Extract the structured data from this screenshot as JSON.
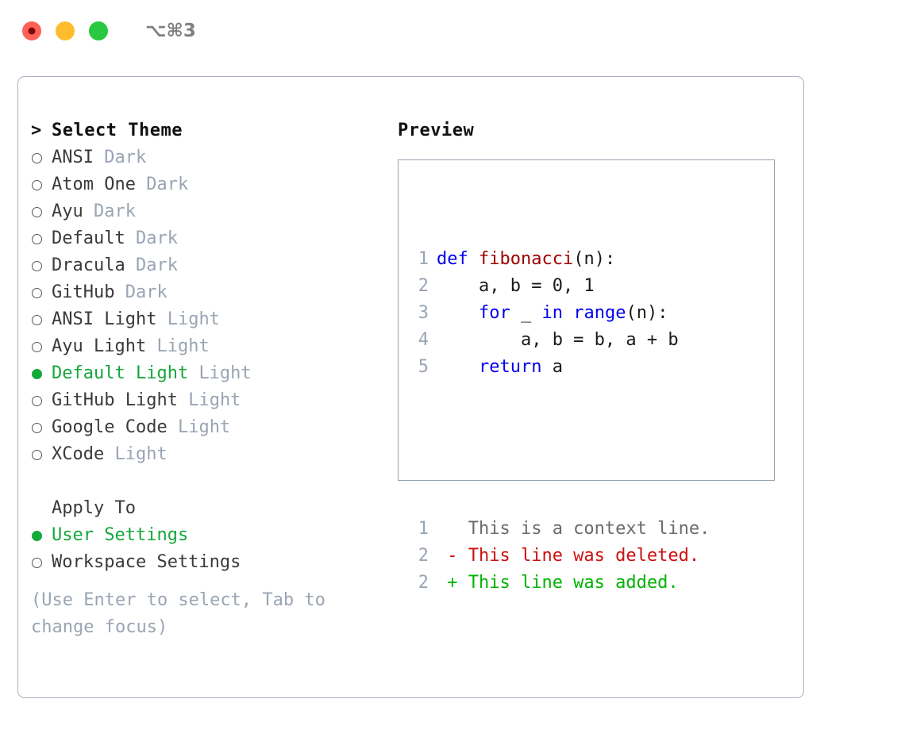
{
  "titlebar": {
    "shortcut": "⌥⌘3",
    "buttons": [
      {
        "name": "close",
        "color": "#ff6058"
      },
      {
        "name": "minimize",
        "color": "#ffbd2e"
      },
      {
        "name": "maximize",
        "color": "#28c840"
      }
    ]
  },
  "colors": {
    "accent_green": "#14a83a",
    "muted": "#9aa5b4",
    "panel_border": "#a8b2c1",
    "preview_border": "#93a1b0",
    "keyword_blue": "#0000ee",
    "function_red": "#a00000",
    "diff_delete": "#cc1111",
    "diff_add": "#00b300"
  },
  "theme_list": {
    "header_marker": ">",
    "header_label": "Select Theme",
    "items": [
      {
        "marker": "open",
        "label": "ANSI",
        "kind": "Dark",
        "selected": false
      },
      {
        "marker": "open",
        "label": "Atom One",
        "kind": "Dark",
        "selected": false
      },
      {
        "marker": "open",
        "label": "Ayu",
        "kind": "Dark",
        "selected": false
      },
      {
        "marker": "open",
        "label": "Default",
        "kind": "Dark",
        "selected": false
      },
      {
        "marker": "open",
        "label": "Dracula",
        "kind": "Dark",
        "selected": false
      },
      {
        "marker": "open",
        "label": "GitHub",
        "kind": "Dark",
        "selected": false
      },
      {
        "marker": "open",
        "label": "ANSI Light",
        "kind": "Light",
        "selected": false
      },
      {
        "marker": "open",
        "label": "Ayu Light",
        "kind": "Light",
        "selected": false
      },
      {
        "marker": "filled",
        "label": "Default Light",
        "kind": "Light",
        "selected": true
      },
      {
        "marker": "open",
        "label": "GitHub Light",
        "kind": "Light",
        "selected": false
      },
      {
        "marker": "open",
        "label": "Google Code",
        "kind": "Light",
        "selected": false
      },
      {
        "marker": "open",
        "label": "XCode",
        "kind": "Light",
        "selected": false
      }
    ]
  },
  "apply_to": {
    "header_label": "Apply To",
    "items": [
      {
        "marker": "filled",
        "label": "User Settings",
        "selected": true
      },
      {
        "marker": "open",
        "label": "Workspace Settings",
        "selected": false
      }
    ]
  },
  "help_text": "(Use Enter to select, Tab to change focus)",
  "preview": {
    "title": "Preview",
    "code_lines": [
      {
        "num": "1",
        "tokens": [
          {
            "t": "def",
            "c": "kw"
          },
          {
            "t": " ",
            "c": "plain"
          },
          {
            "t": "fibonacci",
            "c": "fn"
          },
          {
            "t": "(n):",
            "c": "plain"
          }
        ]
      },
      {
        "num": "2",
        "tokens": [
          {
            "t": "    a, b = 0, 1",
            "c": "plain"
          }
        ]
      },
      {
        "num": "3",
        "tokens": [
          {
            "t": "    ",
            "c": "plain"
          },
          {
            "t": "for",
            "c": "kw"
          },
          {
            "t": " _ ",
            "c": "plain"
          },
          {
            "t": "in",
            "c": "kw"
          },
          {
            "t": " ",
            "c": "plain"
          },
          {
            "t": "range",
            "c": "kw"
          },
          {
            "t": "(n):",
            "c": "plain"
          }
        ]
      },
      {
        "num": "4",
        "tokens": [
          {
            "t": "        a, b = b, a + b",
            "c": "plain"
          }
        ]
      },
      {
        "num": "5",
        "tokens": [
          {
            "t": "    ",
            "c": "plain"
          },
          {
            "t": "return",
            "c": "kw"
          },
          {
            "t": " a",
            "c": "plain"
          }
        ]
      }
    ],
    "diff_lines": [
      {
        "num": "1",
        "tokens": [
          {
            "t": "   This is a context line.",
            "c": "ctx"
          }
        ]
      },
      {
        "num": "2",
        "tokens": [
          {
            "t": " - This line was deleted.",
            "c": "del"
          }
        ]
      },
      {
        "num": "2",
        "tokens": [
          {
            "t": " + This line was added.",
            "c": "add"
          }
        ]
      }
    ]
  }
}
